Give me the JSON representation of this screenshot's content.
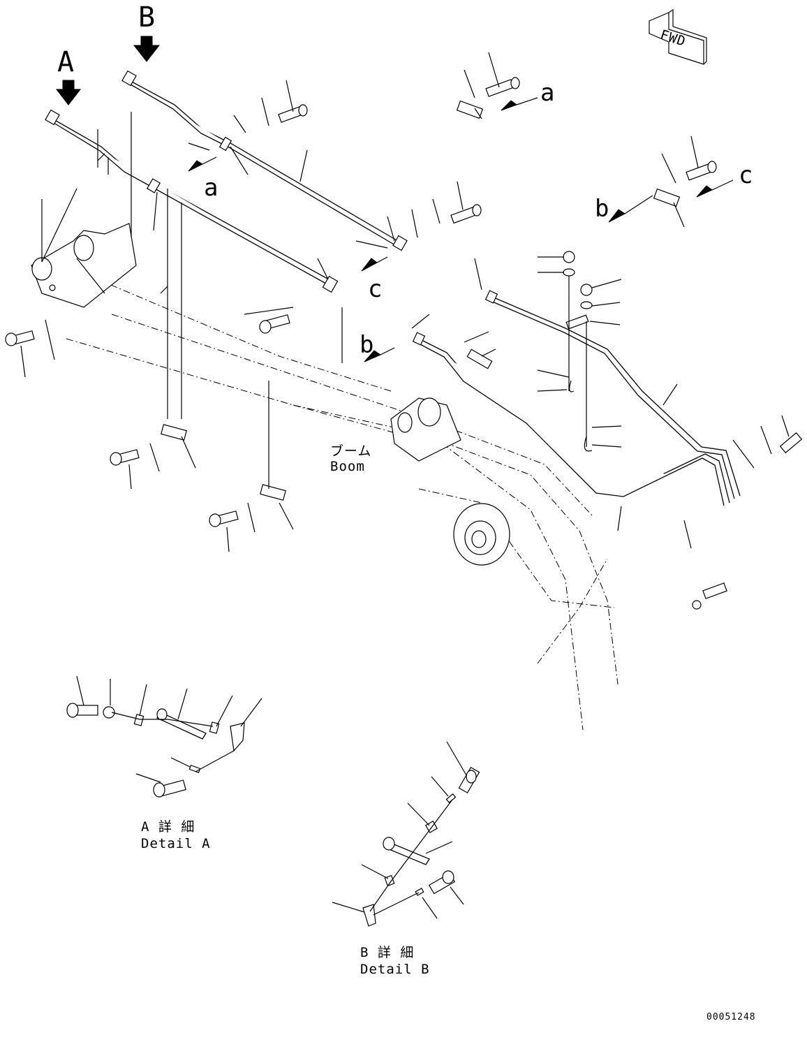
{
  "view_labels": {
    "A": "A",
    "B": "B"
  },
  "arrow_labels": {
    "a_top": "a",
    "a_left": "a",
    "b_left": "b",
    "b_right": "b",
    "c_right": "c",
    "c_mid": "c"
  },
  "fwd_label": "FWD",
  "boom_label": {
    "jp": "ブーム",
    "en": "Boom"
  },
  "detail_a": {
    "jp": "A 詳 細",
    "en": "Detail A"
  },
  "detail_b": {
    "jp": "B 詳 細",
    "en": "Detail B"
  },
  "drawing_number": "00051248"
}
